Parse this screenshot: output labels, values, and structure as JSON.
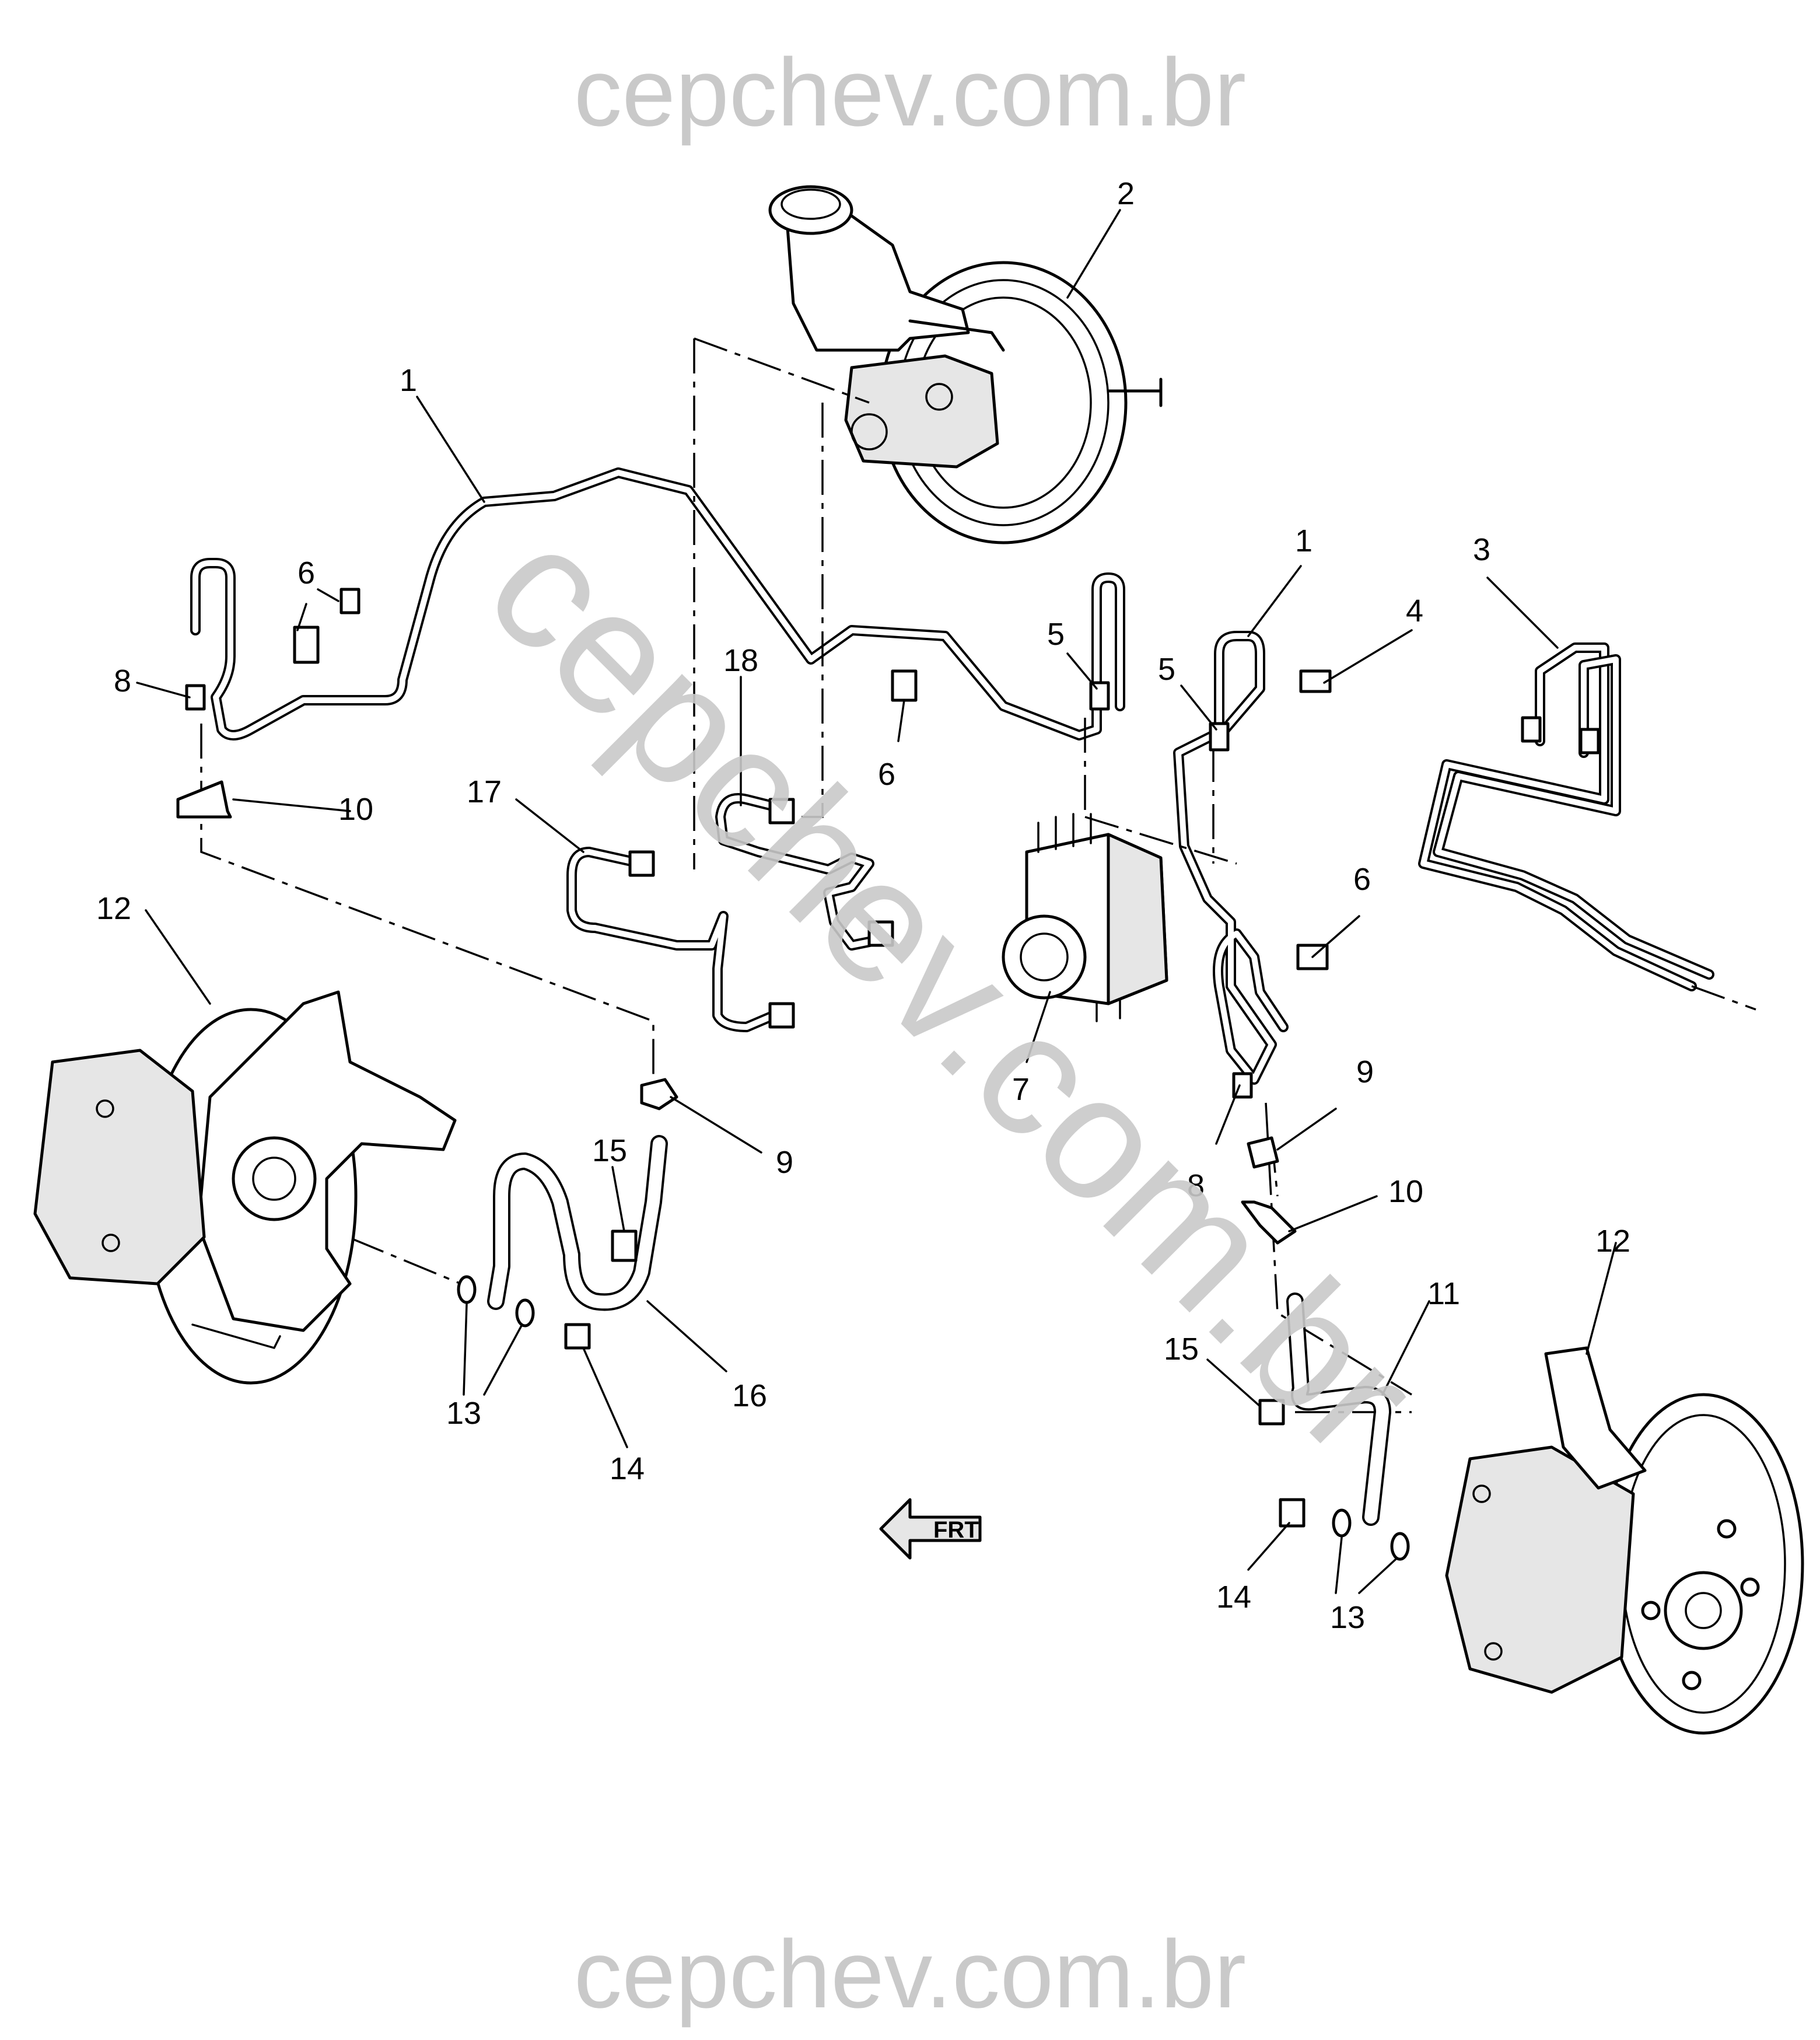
{
  "watermark": {
    "top": "cepchev.com.br",
    "bottom": "cepchev.com.br",
    "diagonal": "cepchev.com.br"
  },
  "callouts": {
    "c1a": "1",
    "c1b": "1",
    "c2": "2",
    "c3": "3",
    "c4": "4",
    "c5a": "5",
    "c5b": "5",
    "c6a": "6",
    "c6b": "6",
    "c6c": "6",
    "c7": "7",
    "c8a": "8",
    "c8b": "8",
    "c9a": "9",
    "c9b": "9",
    "c10a": "10",
    "c10b": "10",
    "c11": "11",
    "c12a": "12",
    "c12b": "12",
    "c13a": "13",
    "c13b": "13",
    "c14a": "14",
    "c14b": "14",
    "c15a": "15",
    "c15b": "15",
    "c16": "16",
    "c17": "17",
    "c18": "18"
  },
  "direction_indicator": {
    "label": "FRT"
  },
  "colors": {
    "line": "#000000",
    "watermark": "#c9c9c9",
    "background": "#ffffff"
  }
}
